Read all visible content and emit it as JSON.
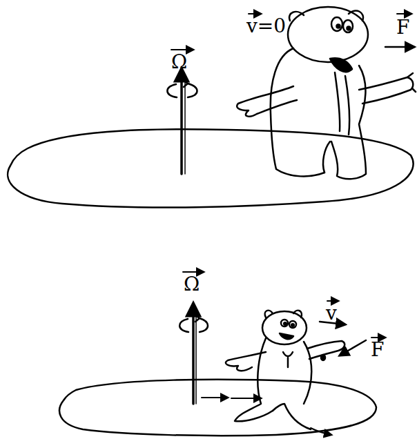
{
  "diagram": {
    "labels": [
      "Ω",
      "v=0",
      "F",
      "Ω",
      "v",
      "F"
    ]
  }
}
